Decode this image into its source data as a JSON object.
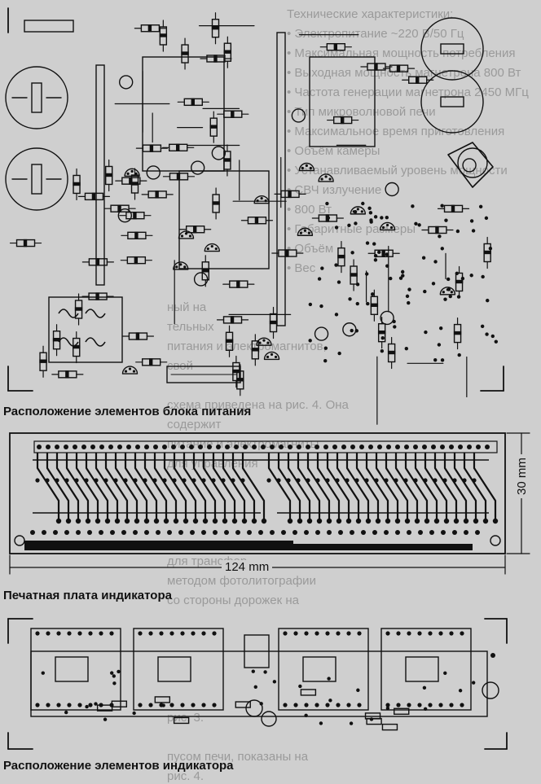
{
  "figures": {
    "power_supply_layout": {
      "caption": "Расположение элементов блока питания"
    },
    "indicator_pcb": {
      "caption": "Печатная плата индикатора",
      "width_label": "124 mm",
      "height_label": "30 mm"
    },
    "indicator_layout": {
      "caption": "Расположение элементов индикатора"
    }
  },
  "background_text": {
    "right_column": [
      "Технические характеристики:",
      "• Электропитание ~220 В/50 Гц",
      "• Максимальная мощность потребления",
      "• Выходная мощность магнетрона 800 Вт",
      "• Частота генерации магнетрона 2450 МГц",
      "• Тип микроволновой печи",
      "• Максимальное время приготовления",
      "• Объём камеры",
      "• Устанавливаемый уровень мощности",
      "• СВЧ излучение",
      "• 800 Вт",
      "• Габаритные размеры",
      "• Объём",
      "• Вес"
    ],
    "middle_column": [
      "ный на",
      "тельных",
      "питания и электромагнитов,",
      "свой",
      "",
      "схема приведена на рис. 4. Она",
      "содержит",
      "питание и электромагниты",
      "для управления",
      "",
      "",
      "",
      "",
      "для трансфор-",
      "методом фотолитографии",
      "со стороны дорожек на",
      "",
      "",
      "",
      "",
      "",
      "рис. 3.",
      "",
      "пусом печи, показаны на",
      "рис. 4."
    ]
  }
}
